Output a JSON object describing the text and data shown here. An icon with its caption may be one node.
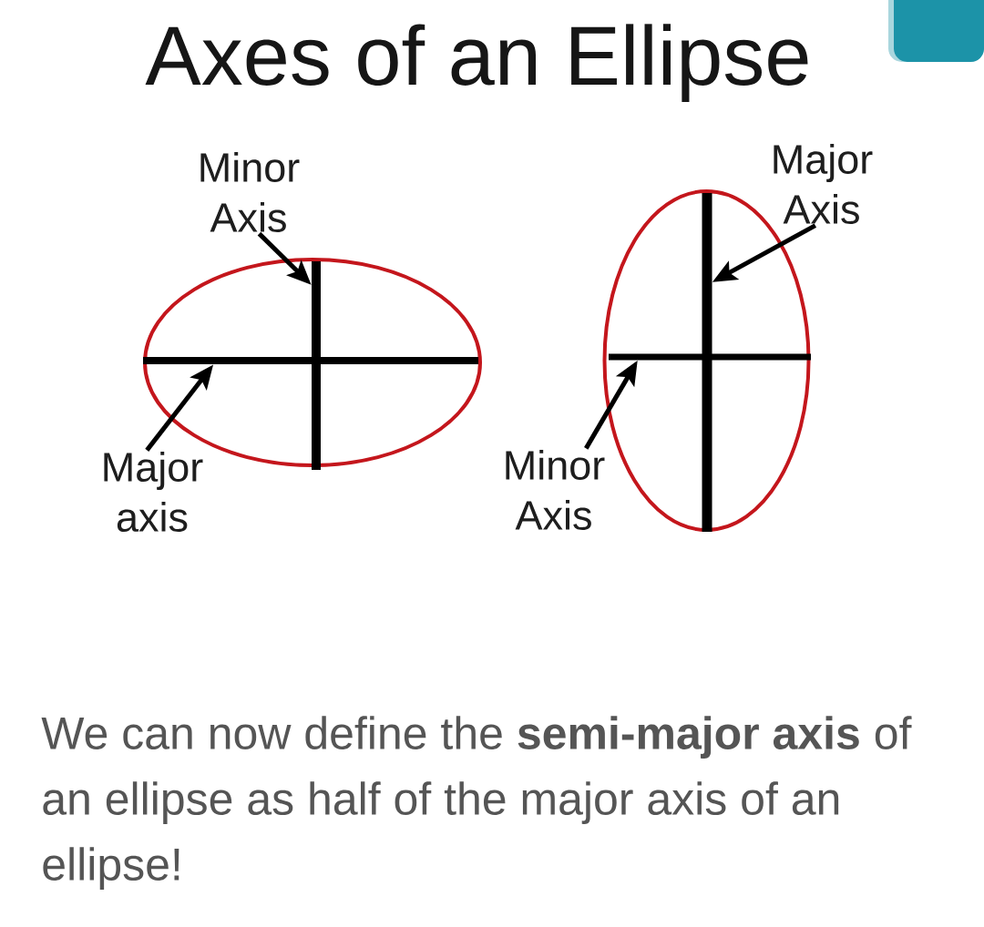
{
  "diagram": {
    "title": "Axes of an Ellipse",
    "caption": "We can now define the **semi-major axis** of an ellipse as half of the major axis of an ellipse!",
    "nodes": [
      {
        "text": [
          "Minor Axis"
        ]
      },
      {
        "text": [],
        "shape": "line"
      },
      {
        "text": [
          "Major axis"
        ]
      },
      {
        "text": [],
        "shape": "line"
      },
      {
        "text": [
          "Major Axis"
        ]
      },
      {
        "text": [],
        "shape": "line"
      },
      {
        "text": [
          "Minor Axis"
        ]
      },
      {
        "text": [],
        "shape": "line"
      }
    ],
    "edges": [
      {
        "from": 0,
        "to": 1,
        "arrow": "to"
      },
      {
        "from": 2,
        "to": 3,
        "arrow": "to"
      },
      {
        "from": 4,
        "to": 5,
        "arrow": "to"
      },
      {
        "from": 6,
        "to": 7,
        "arrow": "to"
      }
    ]
  }
}
